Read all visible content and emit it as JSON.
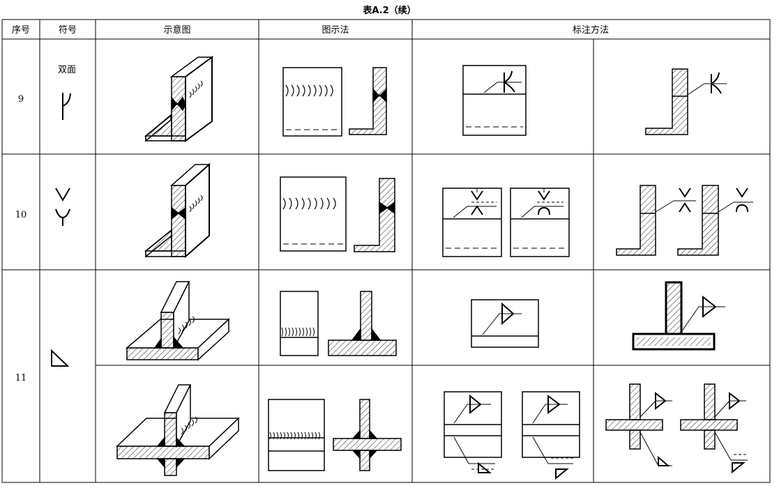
{
  "caption": "表A.2（续）",
  "headers": {
    "seq": "序号",
    "symbol": "符号",
    "schematic": "示意图",
    "graphic": "图示法",
    "annotation": "标注方法"
  },
  "rows": [
    {
      "number": "9",
      "symbol_label": "双面",
      "symbol_icon": "double-j-groove-symbol"
    },
    {
      "number": "10",
      "symbol_label": "",
      "symbol_icon": "double-u-groove-symbol"
    },
    {
      "number": "11",
      "symbol_label": "",
      "symbol_icon": "fillet-weld-triangle-symbol"
    }
  ],
  "colors": {
    "line": "#000000",
    "hatch": "#000000",
    "background": "#ffffff",
    "dash": "#555555"
  }
}
